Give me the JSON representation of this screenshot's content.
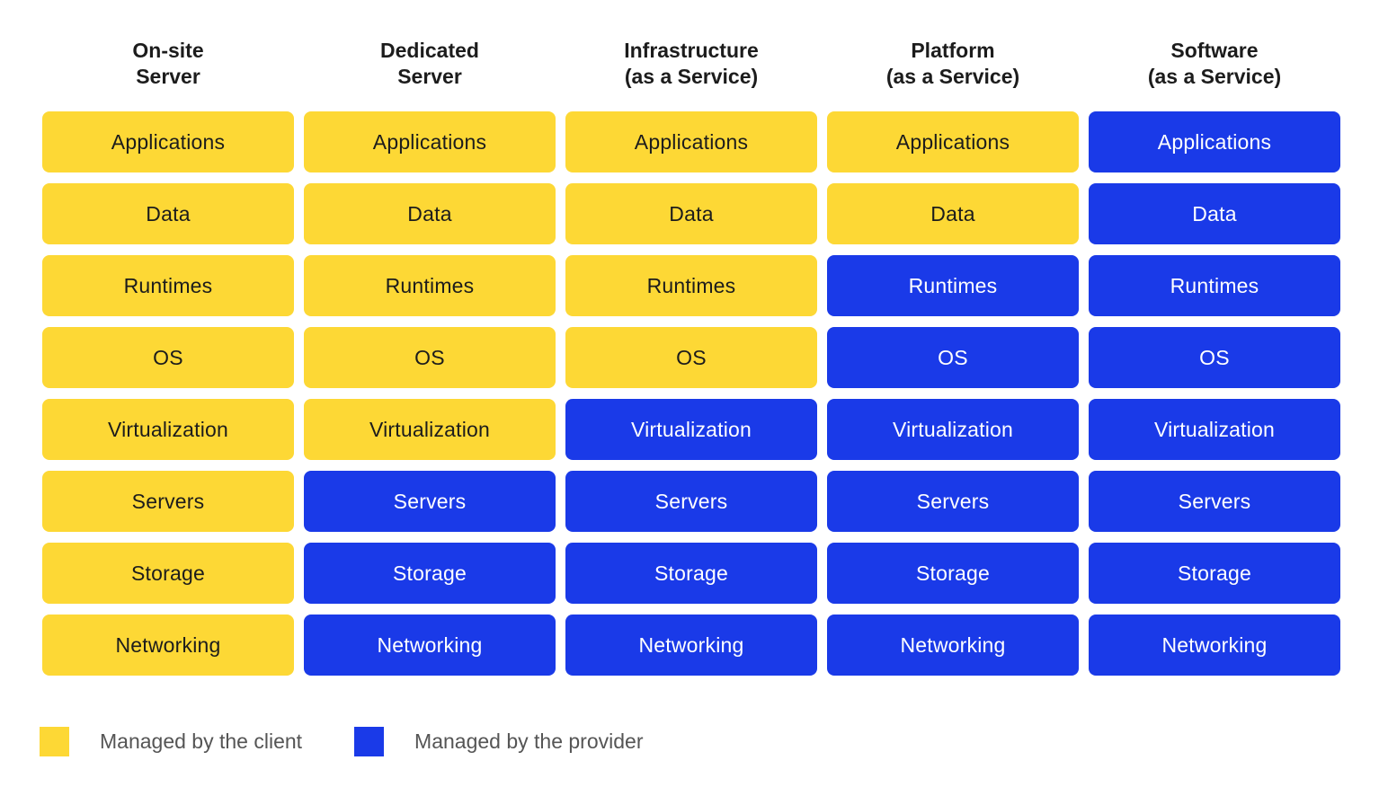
{
  "colors": {
    "client": "#fdd835",
    "provider": "#1a3ae8"
  },
  "columns": [
    {
      "header": [
        "On-site",
        "Server"
      ],
      "cells": [
        {
          "label": "Applications",
          "managed_by": "client"
        },
        {
          "label": "Data",
          "managed_by": "client"
        },
        {
          "label": "Runtimes",
          "managed_by": "client"
        },
        {
          "label": "OS",
          "managed_by": "client"
        },
        {
          "label": "Virtualization",
          "managed_by": "client"
        },
        {
          "label": "Servers",
          "managed_by": "client"
        },
        {
          "label": "Storage",
          "managed_by": "client"
        },
        {
          "label": "Networking",
          "managed_by": "client"
        }
      ]
    },
    {
      "header": [
        "Dedicated",
        "Server"
      ],
      "cells": [
        {
          "label": "Applications",
          "managed_by": "client"
        },
        {
          "label": "Data",
          "managed_by": "client"
        },
        {
          "label": "Runtimes",
          "managed_by": "client"
        },
        {
          "label": "OS",
          "managed_by": "client"
        },
        {
          "label": "Virtualization",
          "managed_by": "client"
        },
        {
          "label": "Servers",
          "managed_by": "provider"
        },
        {
          "label": "Storage",
          "managed_by": "provider"
        },
        {
          "label": "Networking",
          "managed_by": "provider"
        }
      ]
    },
    {
      "header": [
        "Infrastructure",
        "(as a Service)"
      ],
      "cells": [
        {
          "label": "Applications",
          "managed_by": "client"
        },
        {
          "label": "Data",
          "managed_by": "client"
        },
        {
          "label": "Runtimes",
          "managed_by": "client"
        },
        {
          "label": "OS",
          "managed_by": "client"
        },
        {
          "label": "Virtualization",
          "managed_by": "provider"
        },
        {
          "label": "Servers",
          "managed_by": "provider"
        },
        {
          "label": "Storage",
          "managed_by": "provider"
        },
        {
          "label": "Networking",
          "managed_by": "provider"
        }
      ]
    },
    {
      "header": [
        "Platform",
        "(as a Service)"
      ],
      "cells": [
        {
          "label": "Applications",
          "managed_by": "client"
        },
        {
          "label": "Data",
          "managed_by": "client"
        },
        {
          "label": "Runtimes",
          "managed_by": "provider"
        },
        {
          "label": "OS",
          "managed_by": "provider"
        },
        {
          "label": "Virtualization",
          "managed_by": "provider"
        },
        {
          "label": "Servers",
          "managed_by": "provider"
        },
        {
          "label": "Storage",
          "managed_by": "provider"
        },
        {
          "label": "Networking",
          "managed_by": "provider"
        }
      ]
    },
    {
      "header": [
        "Software",
        "(as a Service)"
      ],
      "cells": [
        {
          "label": "Applications",
          "managed_by": "provider"
        },
        {
          "label": "Data",
          "managed_by": "provider"
        },
        {
          "label": "Runtimes",
          "managed_by": "provider"
        },
        {
          "label": "OS",
          "managed_by": "provider"
        },
        {
          "label": "Virtualization",
          "managed_by": "provider"
        },
        {
          "label": "Servers",
          "managed_by": "provider"
        },
        {
          "label": "Storage",
          "managed_by": "provider"
        },
        {
          "label": "Networking",
          "managed_by": "provider"
        }
      ]
    }
  ],
  "legend": {
    "client_label": "Managed by the client",
    "provider_label": "Managed by the provider"
  }
}
